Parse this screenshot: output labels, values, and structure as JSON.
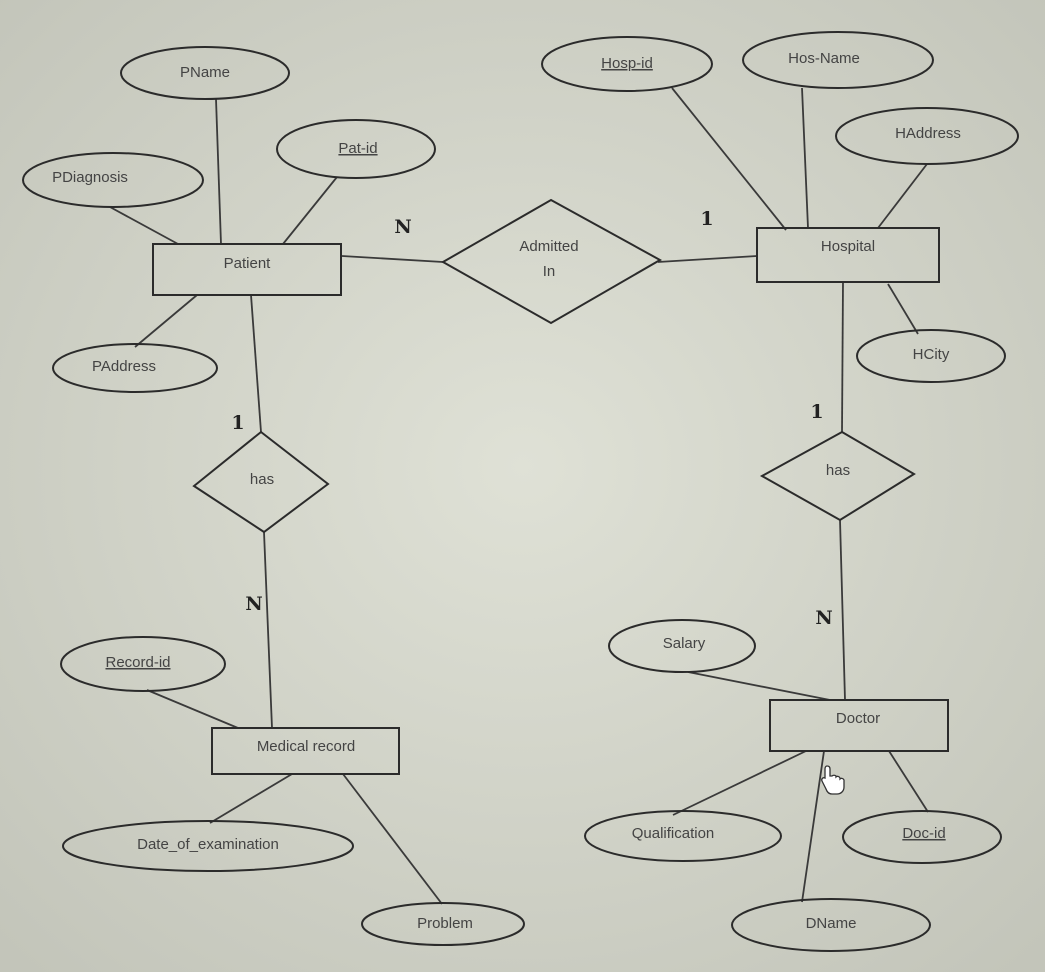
{
  "entities": {
    "patient": "Patient",
    "hospital": "Hospital",
    "medical_record": "Medical record",
    "doctor": "Doctor"
  },
  "relationships": {
    "admitted_in_line1": "Admitted",
    "admitted_in_line2": "In",
    "patient_has": "has",
    "hospital_has": "has"
  },
  "attributes": {
    "pname": "PName",
    "pat_id": "Pat-id",
    "pdiagnosis": "PDiagnosis",
    "paddress": "PAddress",
    "hosp_id": "Hosp-id",
    "hos_name": "Hos-Name",
    "haddress": "HAddress",
    "hcity": "HCity",
    "record_id": "Record-id",
    "date_of_examination": "Date_of_examination",
    "problem": "Problem",
    "salary": "Salary",
    "qualification": "Qualification",
    "doc_id": "Doc-id",
    "dname": "DName"
  },
  "cardinalities": {
    "patient_admitted": "N",
    "hospital_admitted": "1",
    "patient_has": "1",
    "record_has": "N",
    "hospital_has": "1",
    "doctor_has": "N"
  }
}
